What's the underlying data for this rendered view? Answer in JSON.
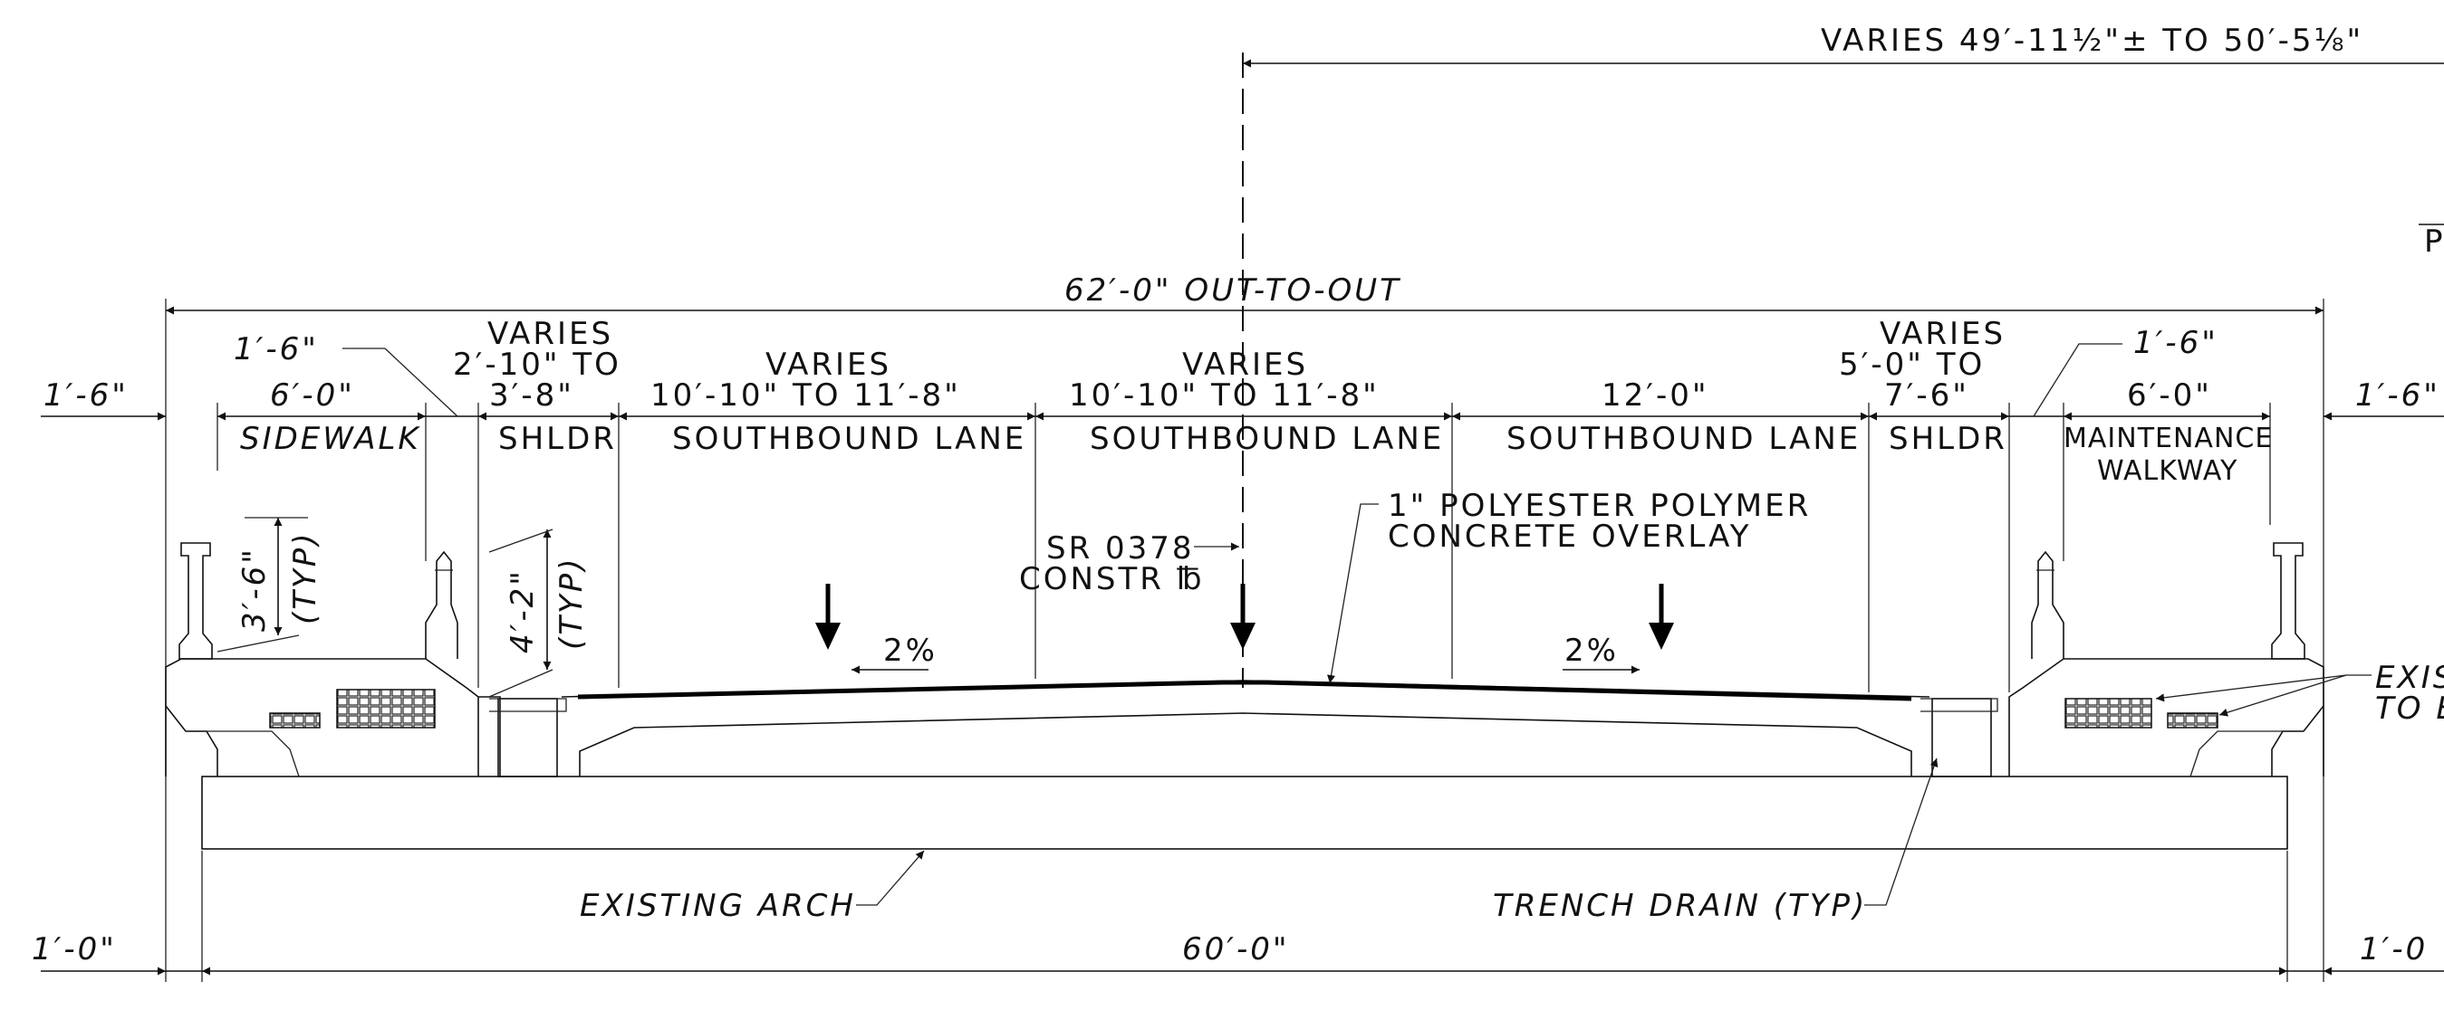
{
  "labels": {
    "top_dim": "VARIES 49′-11½\"± TO 50′-5⅛\"",
    "right_cut": "P",
    "out_to_out": "62′-0\" OUT-TO-OUT",
    "left_edge_dim": "1′-6\"",
    "right_edge_dim": "1′-6\"",
    "left_rail_dim": "1′-6\"",
    "right_rail_dim": "1′-6\"",
    "sidewalk_width": "6′-0\"",
    "sidewalk": "SIDEWALK",
    "shldr_left_varies": "VARIES",
    "shldr_left_range1": "2′-10\" TO",
    "shldr_left_range2": "3′-8\"",
    "shldr_left": "SHLDR",
    "lane1_varies": "VARIES",
    "lane1_range": "10′-10\" TO 11′-8\"",
    "lane1": "SOUTHBOUND LANE",
    "lane2_varies": "VARIES",
    "lane2_range": "10′-10\" TO 11′-8\"",
    "lane2": "SOUTHBOUND LANE",
    "lane3_width": "12′-0\"",
    "lane3": "SOUTHBOUND LANE",
    "shldr_right_varies": "VARIES",
    "shldr_right_range1": "5′-0\" TO",
    "shldr_right_range2": "7′-6\"",
    "shldr_right": "SHLDR",
    "walkway_width": "6′-0\"",
    "walkway1": "MAINTENANCE",
    "walkway2": "WALKWAY",
    "rail_height": "3′-6\"",
    "barrier_height": "4′-2\"",
    "typ": "(TYP)",
    "sr_line1": "SR 0378",
    "sr_line2": "CONSTR ℔",
    "overlay1": "1\" POLYESTER POLYMER",
    "overlay2": "CONCRETE OVERLAY",
    "slope_left": "2%",
    "slope_right": "2%",
    "existing_right1": "EXIS",
    "existing_right2": "TO E",
    "existing_arch": "EXISTING ARCH",
    "trench_drain": "TRENCH DRAIN (TYP)",
    "left_bottom_dim": "1′-0\"",
    "arch_width": "60′-0\"",
    "right_bottom_dim": "1′-0"
  }
}
